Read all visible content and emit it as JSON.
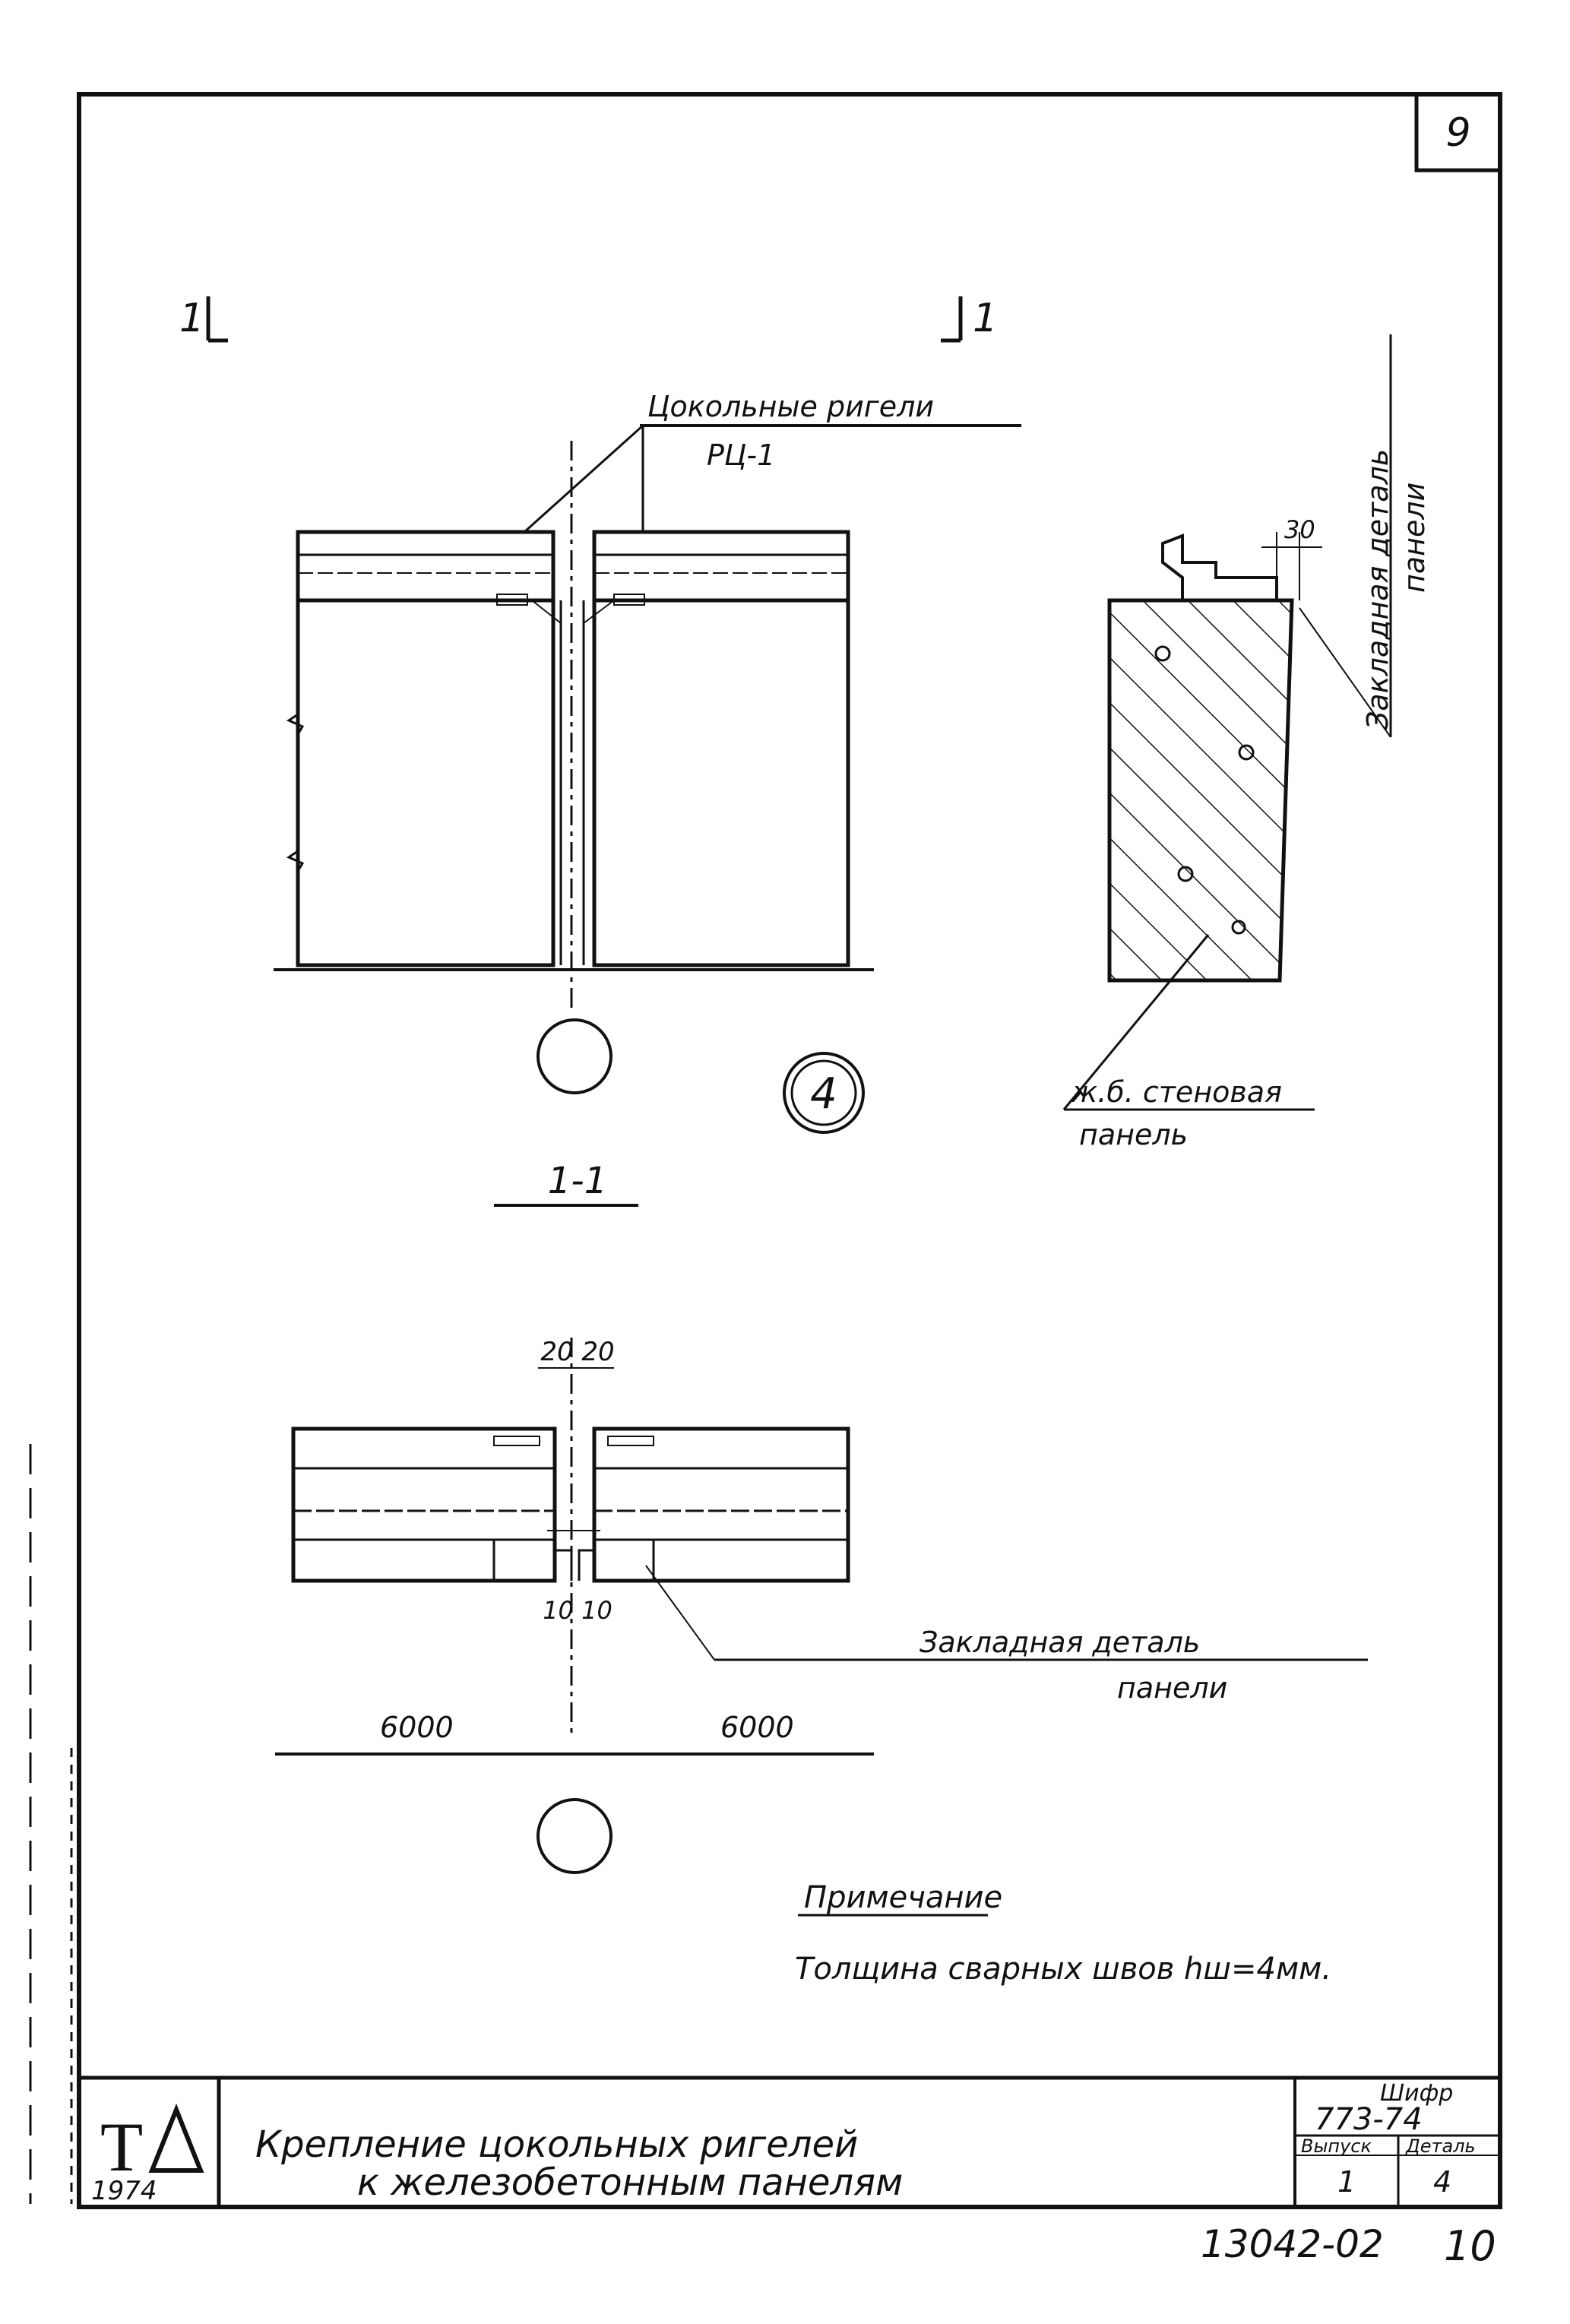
{
  "sheet_number": "9",
  "section_marks": {
    "left": "1",
    "right": "1"
  },
  "labels": {
    "beams_line1": "Цокольные ригели",
    "beams_line2": "РЦ-1",
    "embedded_part_line1": "Закладная деталь",
    "embedded_part_line2": "панели",
    "dim_30": "30",
    "wall_panel_line1": "ж.б. стеновая",
    "wall_panel_line2": "панель",
    "node_mark": "4",
    "section_title": "1-1",
    "dim_top": "20 20",
    "dim_bottom": "10  10",
    "span_left": "6000",
    "span_right": "6000",
    "embedded_part2_line1": "Закладная деталь",
    "embedded_part2_line2": "панели"
  },
  "note": {
    "heading": "Примечание",
    "text": "Толщина сварных швов hш=4мм."
  },
  "stamp": {
    "logo_letters": "ТД",
    "year": "1974",
    "title_line1": "Крепление цокольных ригелей",
    "title_line2": "к железобетонным панелям",
    "code_label": "Шифр",
    "code_value": "773-74",
    "issue_label": "Выпуск",
    "issue_value": "1",
    "detail_label": "Деталь",
    "detail_value": "4"
  },
  "inventory_number": "13042-02",
  "page_number": "10"
}
